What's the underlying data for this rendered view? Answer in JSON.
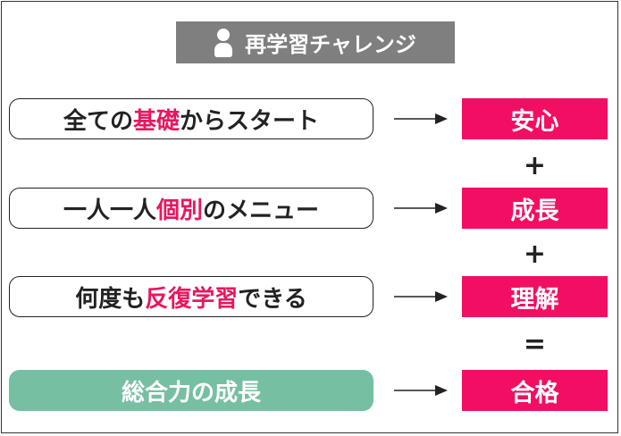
{
  "title": "再学習チャレンジ",
  "title_icon": "person-icon",
  "colors": {
    "highlight_text": "#e8175d",
    "result_bg": "#f20f63",
    "title_bg": "#7f7f7f",
    "final_pill_bg": "#77bfa3"
  },
  "rows": [
    {
      "parts": [
        "全ての",
        "基礎",
        "からスタート"
      ],
      "highlight": [
        false,
        true,
        false
      ],
      "result": "安心"
    },
    {
      "parts": [
        "一人一人",
        "個別",
        "のメニュー"
      ],
      "highlight": [
        false,
        true,
        false
      ],
      "result": "成長"
    },
    {
      "parts": [
        "何度も",
        "反復学習",
        "できる"
      ],
      "highlight": [
        false,
        true,
        false
      ],
      "result": "理解"
    },
    {
      "parts": [
        "総合力の成長"
      ],
      "highlight": [
        false
      ],
      "result": "合格"
    }
  ],
  "operators": [
    "+",
    "+",
    "="
  ]
}
